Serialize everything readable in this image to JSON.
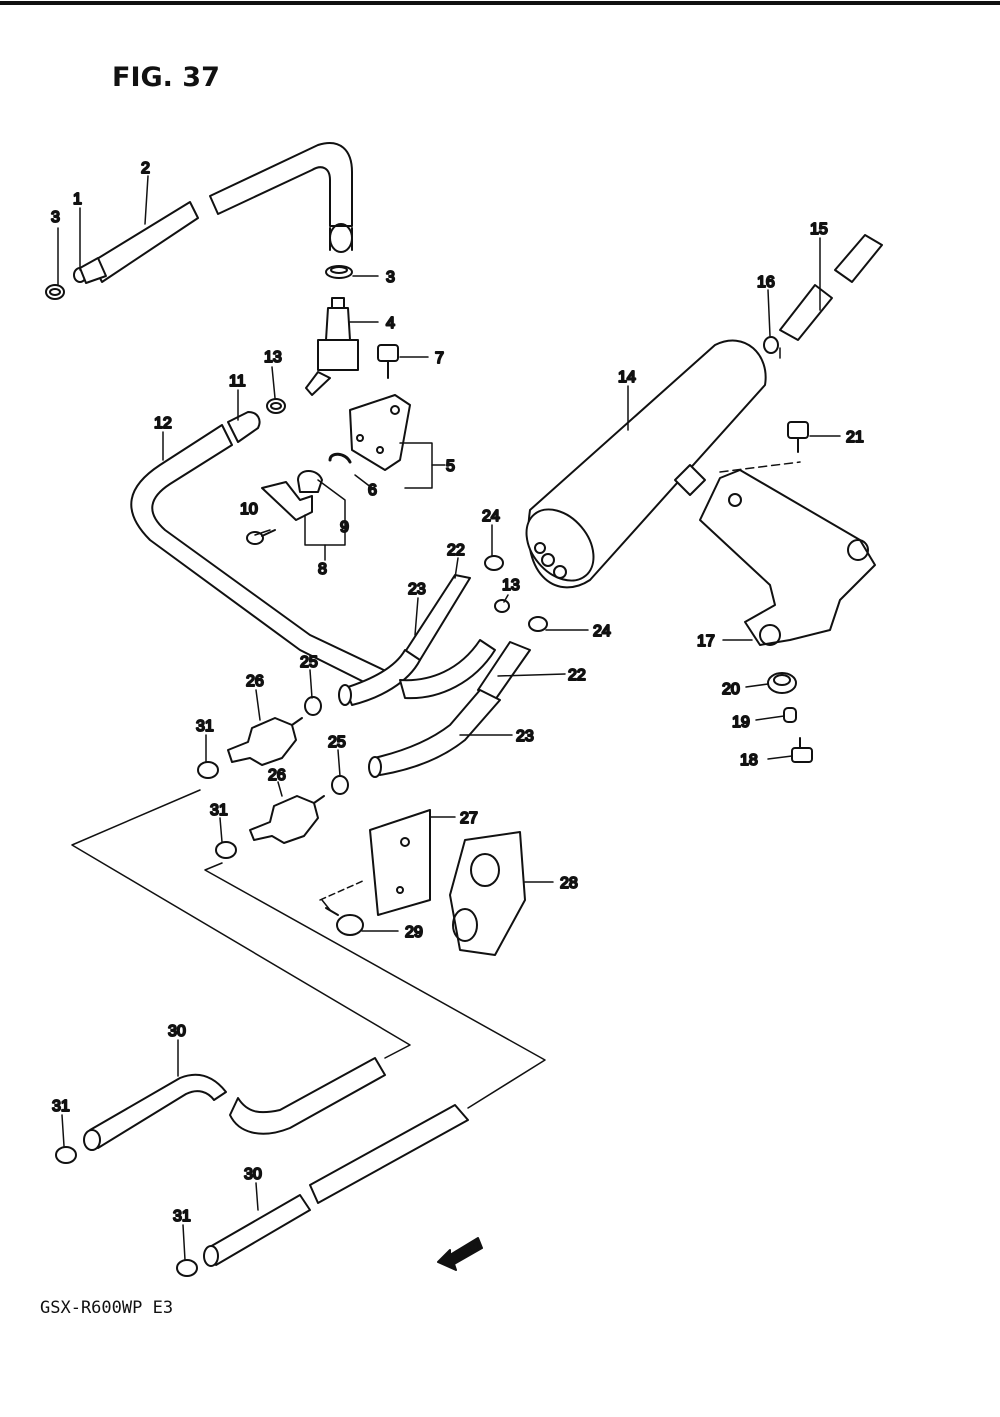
{
  "figure": {
    "title": "FIG. 37",
    "model_code": "GSX-R600WP E3",
    "direction_marker": "FWD"
  },
  "callouts": [
    {
      "id": "c1",
      "label": "1"
    },
    {
      "id": "c2",
      "label": "2"
    },
    {
      "id": "c3a",
      "label": "3"
    },
    {
      "id": "c3b",
      "label": "3"
    },
    {
      "id": "c4",
      "label": "4"
    },
    {
      "id": "c5",
      "label": "5"
    },
    {
      "id": "c6",
      "label": "6"
    },
    {
      "id": "c7",
      "label": "7"
    },
    {
      "id": "c8",
      "label": "8"
    },
    {
      "id": "c9",
      "label": "9"
    },
    {
      "id": "c10",
      "label": "10"
    },
    {
      "id": "c11",
      "label": "11"
    },
    {
      "id": "c12",
      "label": "12"
    },
    {
      "id": "c13a",
      "label": "13"
    },
    {
      "id": "c13b",
      "label": "13"
    },
    {
      "id": "c14",
      "label": "14"
    },
    {
      "id": "c15",
      "label": "15"
    },
    {
      "id": "c16",
      "label": "16"
    },
    {
      "id": "c17",
      "label": "17"
    },
    {
      "id": "c18",
      "label": "18"
    },
    {
      "id": "c19",
      "label": "19"
    },
    {
      "id": "c20",
      "label": "20"
    },
    {
      "id": "c21",
      "label": "21"
    },
    {
      "id": "c22a",
      "label": "22"
    },
    {
      "id": "c22b",
      "label": "22"
    },
    {
      "id": "c23a",
      "label": "23"
    },
    {
      "id": "c23b",
      "label": "23"
    },
    {
      "id": "c24a",
      "label": "24"
    },
    {
      "id": "c24b",
      "label": "24"
    },
    {
      "id": "c25a",
      "label": "25"
    },
    {
      "id": "c25b",
      "label": "25"
    },
    {
      "id": "c26a",
      "label": "26"
    },
    {
      "id": "c26b",
      "label": "26"
    },
    {
      "id": "c27",
      "label": "27"
    },
    {
      "id": "c28",
      "label": "28"
    },
    {
      "id": "c29",
      "label": "29"
    },
    {
      "id": "c30a",
      "label": "30"
    },
    {
      "id": "c30b",
      "label": "30"
    },
    {
      "id": "c31a",
      "label": "31"
    },
    {
      "id": "c31b",
      "label": "31"
    },
    {
      "id": "c31c",
      "label": "31"
    },
    {
      "id": "c31d",
      "label": "31"
    }
  ]
}
